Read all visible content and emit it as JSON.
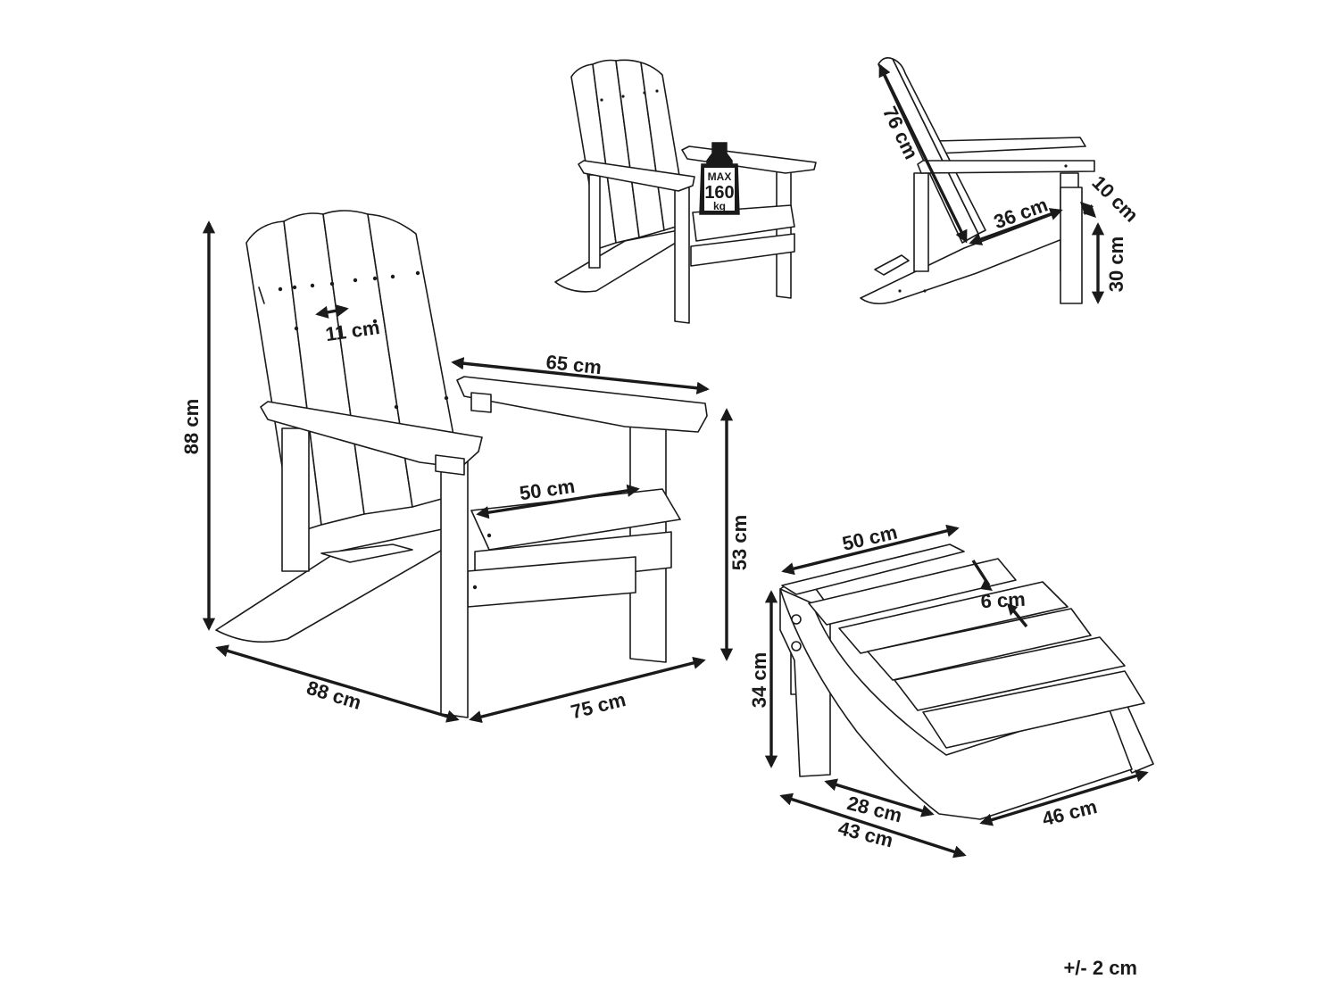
{
  "dimensions": {
    "chair_height": "88 cm",
    "chair_depth": "88 cm",
    "chair_width": "75 cm",
    "armrest_length": "65 cm",
    "seat_width": "50 cm",
    "armrest_height": "53 cm",
    "slat_width": "11 cm",
    "backrest_length": "76 cm",
    "seat_depth": "36 cm",
    "armrest_thickness": "10 cm",
    "seat_height": "30 cm",
    "footstool_width": "50 cm",
    "footstool_slat_gap": "6 cm",
    "footstool_height": "34 cm",
    "footstool_inner_depth": "28 cm",
    "footstool_depth": "43 cm",
    "footstool_length": "46 cm"
  },
  "max_load": {
    "prefix": "MAX",
    "value": "160",
    "unit": "kg"
  },
  "tolerance": "+/- 2 cm",
  "colors": {
    "line": "#1a1a1a",
    "background": "#ffffff"
  }
}
